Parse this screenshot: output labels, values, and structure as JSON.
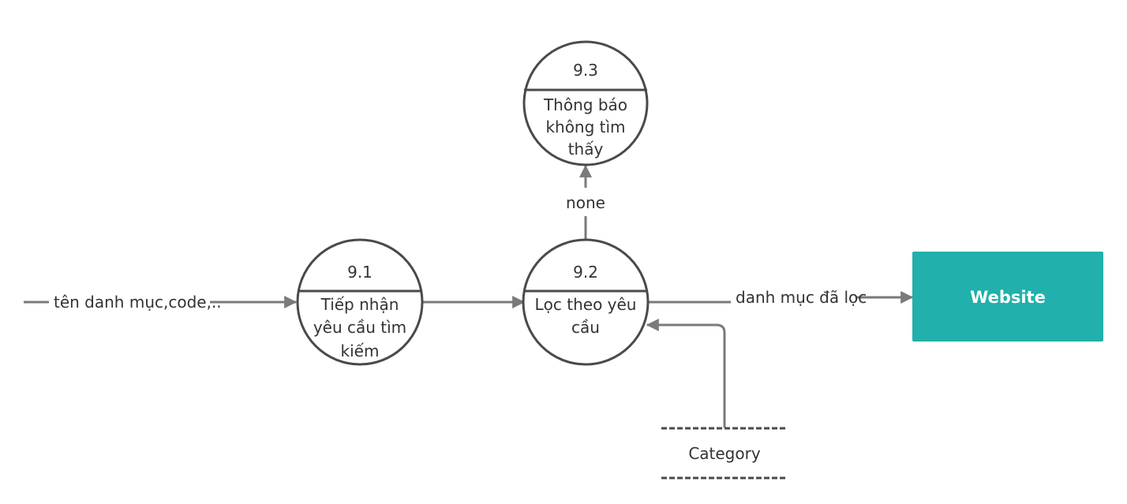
{
  "processes": [
    {
      "id": "9.1",
      "number": "9.1",
      "label_lines": [
        "Tiếp nhận",
        "yêu cầu tìm",
        "kiếm"
      ]
    },
    {
      "id": "9.2",
      "number": "9.2",
      "label_lines": [
        "Lọc theo yêu",
        "cầu"
      ]
    },
    {
      "id": "9.3",
      "number": "9.3",
      "label_lines": [
        "Thông báo",
        "không tìm",
        "thấy"
      ]
    }
  ],
  "external_entity": {
    "label": "Website",
    "color": "#21b0ab"
  },
  "data_store": {
    "label": "Category"
  },
  "flows": {
    "input": "tên danh mục,code,..",
    "none": "none",
    "filtered": "danh mục đã lọc"
  },
  "colors": {
    "line": "#7a7a7a",
    "outline": "#4a4a4a",
    "text": "#333333"
  }
}
